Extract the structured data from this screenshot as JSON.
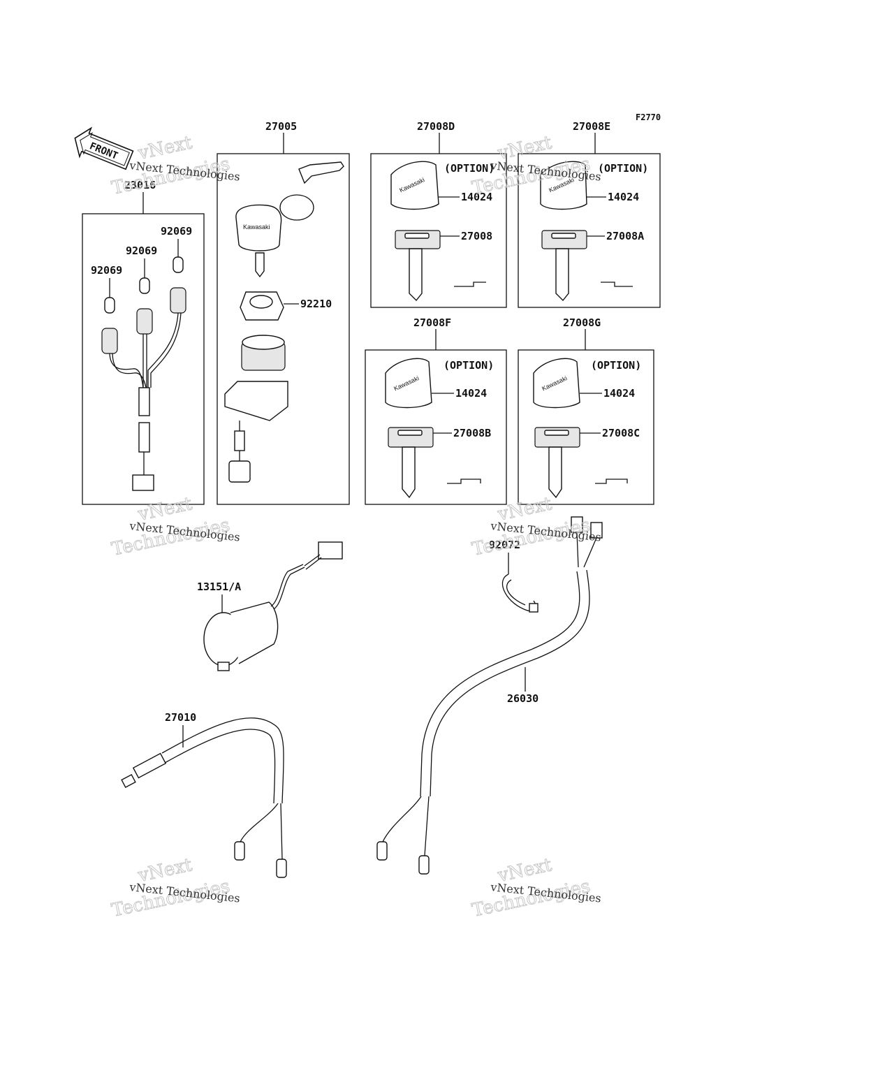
{
  "figure_code": "F2770",
  "front_label": "FRONT",
  "option_label": "(OPTION)",
  "brand_text": "Kawasaki",
  "watermark_small": "vNext Technologies",
  "watermark_big_1": "vNext",
  "watermark_big_2": "Technologies",
  "parts": {
    "p23016": "23016",
    "p92069a": "92069",
    "p92069b": "92069",
    "p92069c": "92069",
    "p27005": "27005",
    "p92210": "92210",
    "p27008D": "27008D",
    "p27008E": "27008E",
    "p27008F": "27008F",
    "p27008G": "27008G",
    "p14024d": "14024",
    "p14024e": "14024",
    "p14024f": "14024",
    "p14024g": "14024",
    "p27008": "27008",
    "p27008A": "27008A",
    "p27008B": "27008B",
    "p27008C": "27008C",
    "p13151": "13151/A",
    "p92072": "92072",
    "p26030": "26030",
    "p27010": "27010"
  }
}
